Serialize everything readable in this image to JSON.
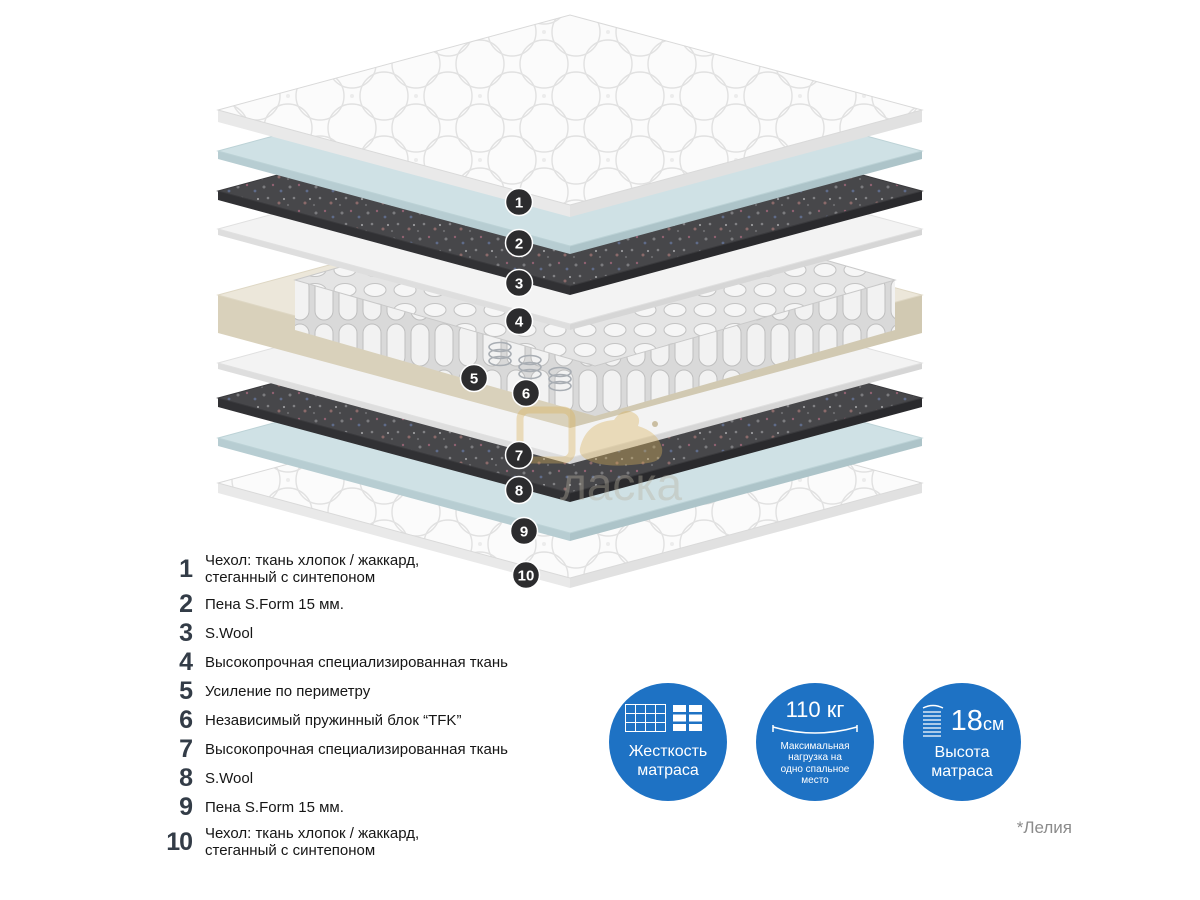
{
  "diagram": {
    "layer_numbers": [
      "1",
      "2",
      "3",
      "4",
      "5",
      "6",
      "7",
      "8",
      "9",
      "10"
    ]
  },
  "legend": {
    "items": [
      {
        "num": "1",
        "label": "Чехол: ткань хлопок / жаккард,\nстеганный с синтепоном"
      },
      {
        "num": "2",
        "label": "Пена S.Form 15 мм."
      },
      {
        "num": "3",
        "label": "S.Wool"
      },
      {
        "num": "4",
        "label": "Высокопрочная специализированная ткань"
      },
      {
        "num": "5",
        "label": "Усиление по периметру"
      },
      {
        "num": "6",
        "label": "Независимый пружинный блок “TFK”"
      },
      {
        "num": "7",
        "label": "Высокопрочная специализированная ткань"
      },
      {
        "num": "8",
        "label": "S.Wool"
      },
      {
        "num": "9",
        "label": "Пена S.Form 15 мм."
      },
      {
        "num": "10",
        "label": "Чехол: ткань хлопок / жаккард,\nстеганный с синтепоном"
      }
    ]
  },
  "badges": {
    "firmness": {
      "label": "Жесткость\nматраса"
    },
    "load": {
      "value": "110 кг",
      "label": "Максимальная\nнагрузка на\nодно спальное\nместо"
    },
    "height": {
      "value_num": "18",
      "value_unit": "см",
      "label": "Высота\nматраса"
    }
  },
  "watermark": {
    "brand_text": "ласка",
    "footnote": "*Лелия"
  },
  "colors": {
    "badge_blue": "#1e72c4",
    "number_circle": "#2c2c2e",
    "legend_number": "#333c47",
    "foam_blue": "#cfe1e5",
    "felt_dark": "#47474a",
    "frame_cream": "#ece7da"
  }
}
